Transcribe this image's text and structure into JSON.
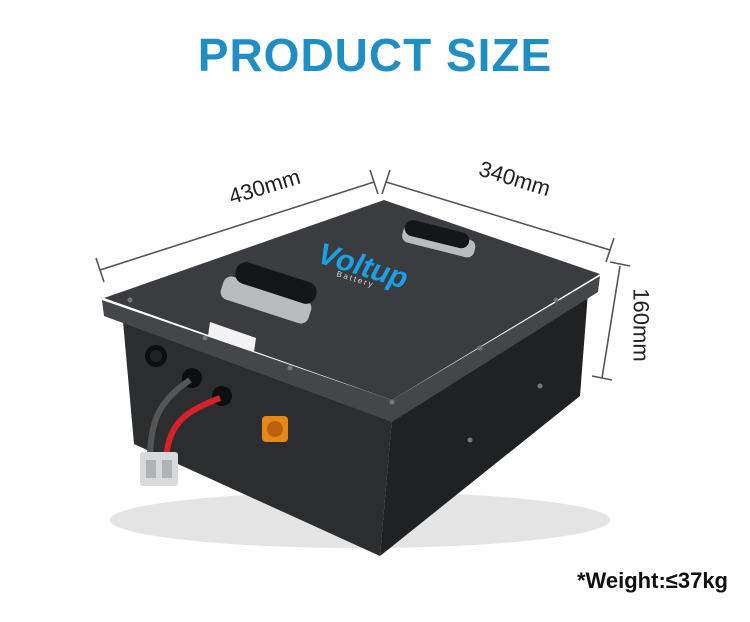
{
  "title": "PRODUCT SIZE",
  "dimensions": {
    "length": "430mm",
    "width": "340mm",
    "height": "160mm"
  },
  "brand": {
    "logo_text": "Voltup",
    "logo_sub": "Battery"
  },
  "weight": "*Weight:≤37kg",
  "colors": {
    "title": "#1f8fc3",
    "battery_body": "#2b2d2f",
    "battery_top": "#3a3c3f",
    "logo_blue": "#1aa0e6",
    "cable_red": "#d8202a",
    "connector_orange": "#e6871a"
  }
}
